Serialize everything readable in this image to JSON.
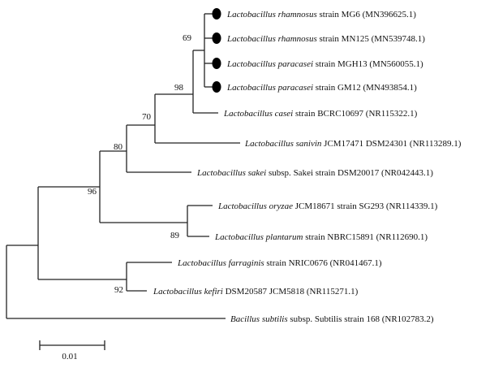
{
  "taxa": [
    {
      "id": "mg6",
      "genus": "Lactobacillus",
      "species": "rhamnosus",
      "qualifier": "",
      "rest": "strain MG6 (MN396625.1)",
      "marked": true
    },
    {
      "id": "mn125",
      "genus": "Lactobacillus",
      "species": "rhamnosus",
      "qualifier": "",
      "rest": "strain MN125 (MN539748.1)",
      "marked": true
    },
    {
      "id": "mgh13",
      "genus": "Lactobacillus",
      "species": "paracasei",
      "qualifier": "",
      "rest": "strain MGH13 (MN560055.1)",
      "marked": true
    },
    {
      "id": "gm12",
      "genus": "Lactobacillus",
      "species": "paracasei",
      "qualifier": "",
      "rest": "strain GM12 (MN493854.1)",
      "marked": true
    },
    {
      "id": "casei",
      "genus": "Lactobacillus",
      "species": "casei",
      "qualifier": "",
      "rest": "strain BCRC10697 (NR115322.1)",
      "marked": false
    },
    {
      "id": "sanivin",
      "genus": "Lactobacillus",
      "species": "sanivin",
      "qualifier": "",
      "rest": "JCM17471 DSM24301 (NR113289.1)",
      "marked": false
    },
    {
      "id": "sakei",
      "genus": "Lactobacillus",
      "species": "sakei",
      "qualifier": "subsp.",
      "rest": "Sakei strain DSM20017 (NR042443.1)",
      "marked": false
    },
    {
      "id": "oryzae",
      "genus": "Lactobacillus",
      "species": "oryzae",
      "qualifier": "",
      "rest": "JCM18671 strain SG293 (NR114339.1)",
      "marked": false
    },
    {
      "id": "plantarum",
      "genus": "Lactobacillus",
      "species": "plantarum",
      "qualifier": "",
      "rest": "strain NBRC15891 (NR112690.1)",
      "marked": false
    },
    {
      "id": "farraginis",
      "genus": "Lactobacillus",
      "species": "farraginis",
      "qualifier": "",
      "rest": "strain NRIC0676 (NR041467.1)",
      "marked": false
    },
    {
      "id": "kefiri",
      "genus": "Lactobacillus",
      "species": "kefiri",
      "qualifier": "",
      "rest": "DSM20587 JCM5818 (NR115271.1)",
      "marked": false
    },
    {
      "id": "subtilis",
      "genus": "Bacillus",
      "species": "subtilis",
      "qualifier": "subsp.",
      "rest": "Subtilis strain 168 (NR102783.2)",
      "marked": false
    }
  ],
  "bootstrap": [
    {
      "node": "rhamnosus-paracasei-clade",
      "value": "69"
    },
    {
      "node": "casei-clade",
      "value": "98"
    },
    {
      "node": "sanivin-clade",
      "value": "70"
    },
    {
      "node": "sakei-clade",
      "value": "80"
    },
    {
      "node": "oryzae-plantarum-clade",
      "value": "89"
    },
    {
      "node": "lactobacillus-major-clade",
      "value": "96"
    },
    {
      "node": "farraginis-kefiri-clade",
      "value": "92"
    }
  ],
  "scale_bar": {
    "label": "0.01"
  }
}
